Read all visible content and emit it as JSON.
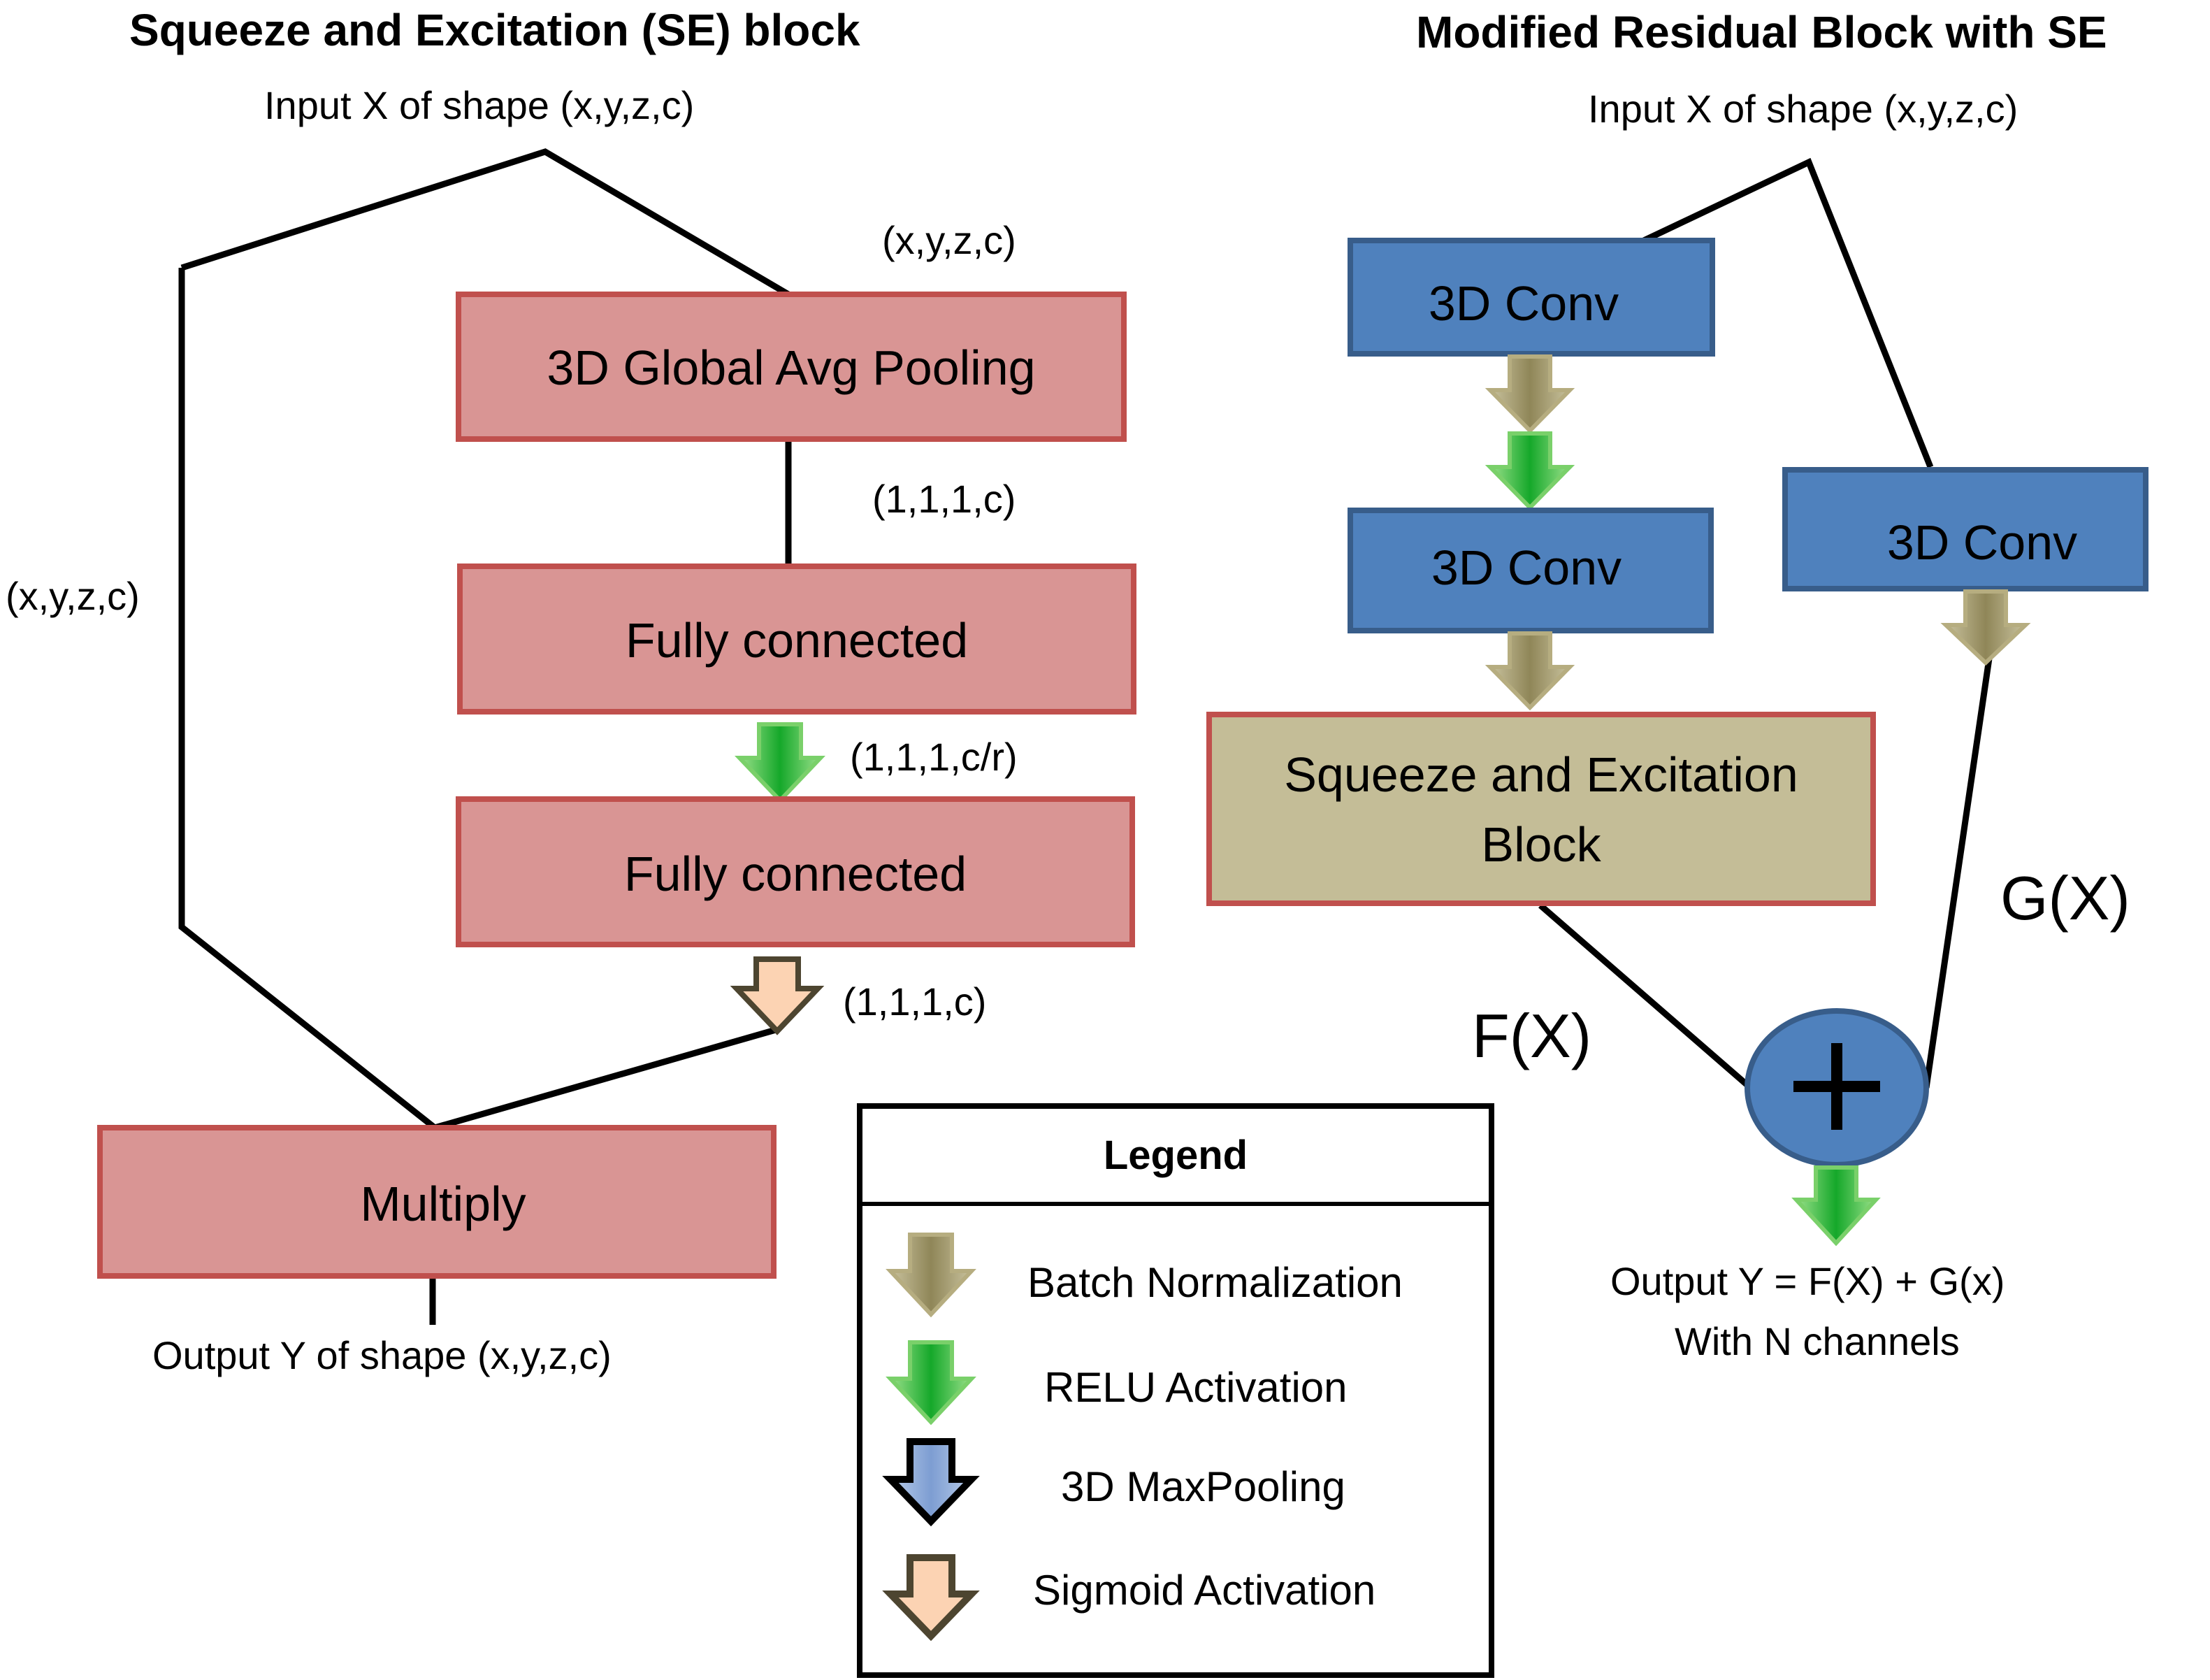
{
  "se_block": {
    "title": "Squeeze and Excitation (SE) block",
    "input_label": "Input X of shape (x,y,z,c)",
    "shape_after_input": "(x,y,z,c)",
    "skip_shape": "(x,y,z,c)",
    "pooling_box": "3D Global Avg Pooling",
    "shape_after_pooling": "(1,1,1,c)",
    "fc1_box": "Fully connected",
    "shape_after_fc1": "(1,1,1,c/r)",
    "fc2_box": "Fully connected",
    "shape_after_fc2": "(1,1,1,c)",
    "multiply_box": "Multiply",
    "output_label": "Output  Y of shape (x,y,z,c)"
  },
  "residual_block": {
    "title": "Modified Residual Block with SE",
    "input_label": "Input X of shape (x,y,z,c)",
    "conv1_box": "3D Conv",
    "conv2_box": "3D Conv",
    "conv_skip_box": "3D Conv",
    "se_box_line1": "Squeeze and Excitation",
    "se_box_line2": "Block",
    "fx_label": "F(X)",
    "gx_label": "G(X)",
    "plus_symbol": "+",
    "output_line1": "Output  Y = F(X) + G(x)",
    "output_line2": "With N channels"
  },
  "legend": {
    "title": "Legend",
    "items": [
      {
        "label": "Batch Normalization",
        "icon": "batch-norm-arrow-icon",
        "color": "#9b9268"
      },
      {
        "label": "RELU Activation",
        "icon": "relu-arrow-icon",
        "color": "#2bb53a"
      },
      {
        "label": "3D MaxPooling",
        "icon": "maxpool-arrow-icon",
        "color": "#8eabd9"
      },
      {
        "label": "Sigmoid Activation",
        "icon": "sigmoid-arrow-icon",
        "color": "#fcd3b3"
      }
    ]
  },
  "colors": {
    "se_box_fill": "#d99594",
    "se_box_border": "#c0504d",
    "conv_box_fill": "#4f81bd",
    "conv_box_border": "#385d8a",
    "se_block_box_fill": "#c4bd97",
    "se_block_box_border": "#c0504d"
  }
}
